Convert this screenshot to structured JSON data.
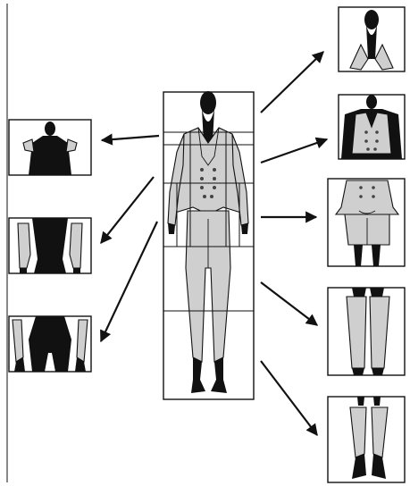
{
  "figure": {
    "central": "full-figure",
    "left_panels": [
      "shoulders-panel",
      "arms-torso-panel",
      "forearms-hips-panel"
    ],
    "right_panels": [
      "collar-panel",
      "jacket-panel",
      "peplum-hips-panel",
      "trousers-upper-panel",
      "trousers-lower-panel"
    ],
    "colors": {
      "body": "#111111",
      "garment": "#cfcfcf",
      "line": "#111111",
      "background": "#ffffff"
    }
  }
}
